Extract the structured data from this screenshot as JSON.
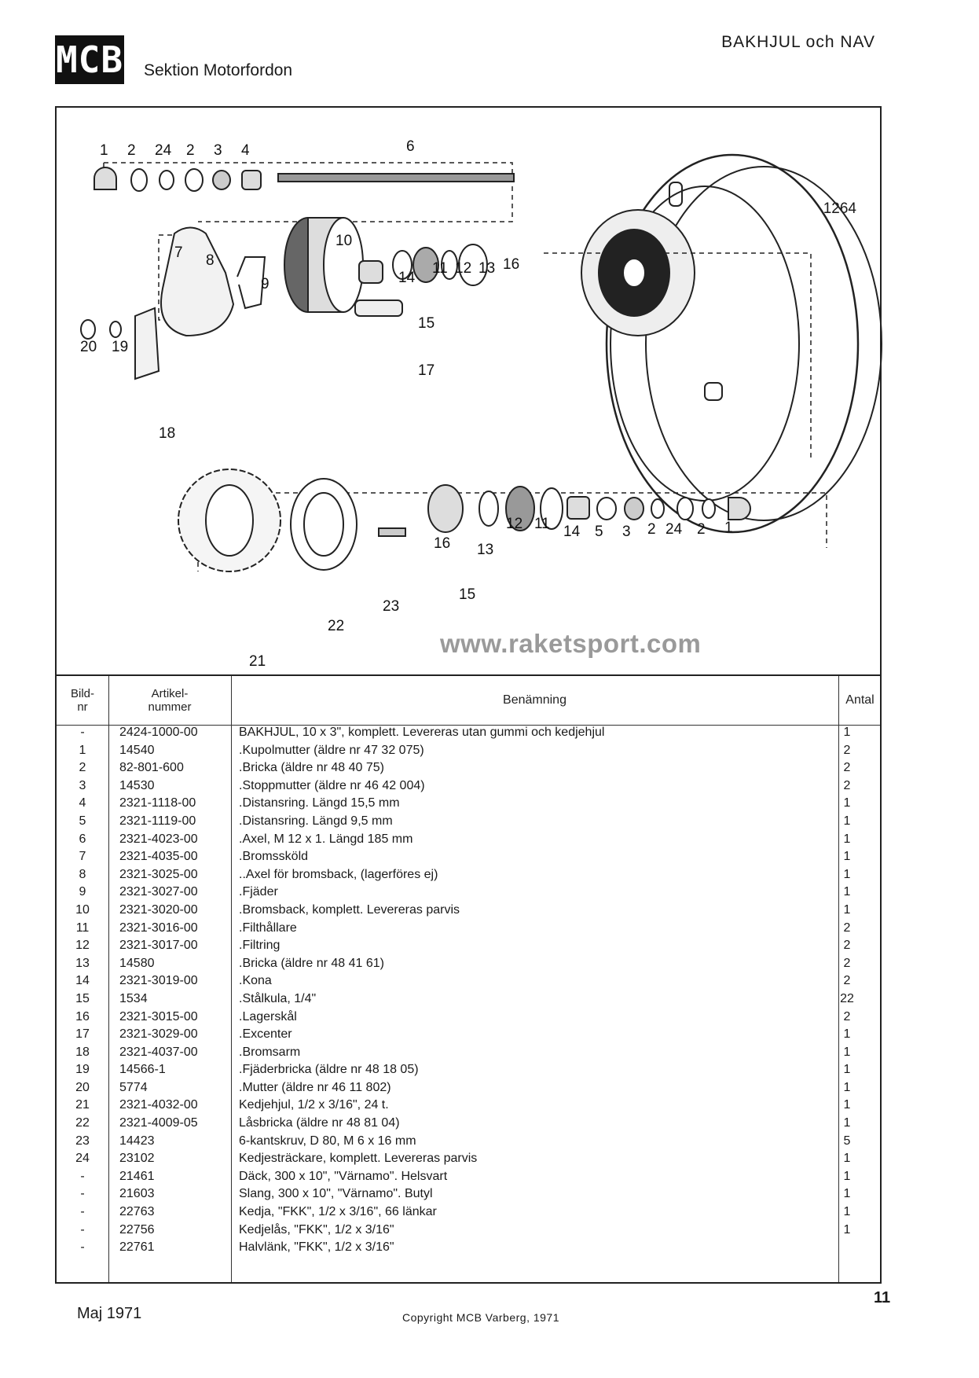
{
  "header": {
    "logo_text": "MCB",
    "section": "Sektion Motorfordon",
    "title": "BAKHJUL och NAV"
  },
  "figure": {
    "number": "1264",
    "callouts_top": [
      "1",
      "2",
      "24",
      "2",
      "3",
      "4",
      "6"
    ],
    "callouts_mid": [
      "7",
      "8",
      "10",
      "9",
      "14",
      "11",
      "12",
      "13",
      "16",
      "15",
      "17",
      "20",
      "19",
      "18"
    ],
    "callouts_bottom": [
      "16",
      "13",
      "12",
      "11",
      "14",
      "5",
      "3",
      "2",
      "24",
      "2",
      "1",
      "15",
      "23",
      "22",
      "21"
    ]
  },
  "watermark": "www.raketsport.com",
  "table": {
    "headers": {
      "bild": "Bild-\nnr",
      "artikel": "Artikel-\nnummer",
      "benamning": "Benämning",
      "antal": "Antal"
    },
    "rows": [
      {
        "bild": "-",
        "artikel": "2424-1000-00",
        "benamning": "BAKHJUL, 10 x 3\", komplett. Levereras utan gummi och kedjehjul",
        "antal": "1"
      },
      {
        "bild": "1",
        "artikel": "14540",
        "benamning": ".Kupolmutter (äldre nr 47 32 075)",
        "antal": "2"
      },
      {
        "bild": "2",
        "artikel": "82-801-600",
        "benamning": ".Bricka (äldre nr 48 40 75)",
        "antal": "2"
      },
      {
        "bild": "3",
        "artikel": "14530",
        "benamning": ".Stoppmutter (äldre nr 46 42 004)",
        "antal": "2"
      },
      {
        "bild": "4",
        "artikel": "2321-1118-00",
        "benamning": ".Distansring. Längd 15,5 mm",
        "antal": "1"
      },
      {
        "bild": "5",
        "artikel": "2321-1119-00",
        "benamning": ".Distansring. Längd 9,5 mm",
        "antal": "1"
      },
      {
        "bild": "6",
        "artikel": "2321-4023-00",
        "benamning": ".Axel, M 12 x 1. Längd 185 mm",
        "antal": "1"
      },
      {
        "bild": "7",
        "artikel": "2321-4035-00",
        "benamning": ".Bromssköld",
        "antal": "1"
      },
      {
        "bild": "8",
        "artikel": "2321-3025-00",
        "benamning": "..Axel för bromsback, (lagerföres ej)",
        "antal": "1"
      },
      {
        "bild": "9",
        "artikel": "2321-3027-00",
        "benamning": ".Fjäder",
        "antal": "1"
      },
      {
        "bild": "10",
        "artikel": "2321-3020-00",
        "benamning": ".Bromsback, komplett. Levereras parvis",
        "antal": "1"
      },
      {
        "bild": "11",
        "artikel": "2321-3016-00",
        "benamning": ".Filthållare",
        "antal": "2"
      },
      {
        "bild": "12",
        "artikel": "2321-3017-00",
        "benamning": ".Filtring",
        "antal": "2"
      },
      {
        "bild": "13",
        "artikel": "14580",
        "benamning": ".Bricka (äldre nr 48 41 61)",
        "antal": "2"
      },
      {
        "bild": "14",
        "artikel": "2321-3019-00",
        "benamning": ".Kona",
        "antal": "2"
      },
      {
        "bild": "15",
        "artikel": "1534",
        "benamning": ".Stålkula, 1/4\"",
        "antal": "22"
      },
      {
        "bild": "16",
        "artikel": "2321-3015-00",
        "benamning": ".Lagerskål",
        "antal": "2"
      },
      {
        "bild": "17",
        "artikel": "2321-3029-00",
        "benamning": ".Excenter",
        "antal": "1"
      },
      {
        "bild": "18",
        "artikel": "2321-4037-00",
        "benamning": ".Bromsarm",
        "antal": "1"
      },
      {
        "bild": "19",
        "artikel": "14566-1",
        "benamning": ".Fjäderbricka (äldre nr 48 18 05)",
        "antal": "1"
      },
      {
        "bild": "20",
        "artikel": "5774",
        "benamning": ".Mutter (äldre nr 46 11 802)",
        "antal": "1"
      },
      {
        "bild": "21",
        "artikel": "2321-4032-00",
        "benamning": "Kedjehjul, 1/2 x 3/16\", 24 t.",
        "antal": "1"
      },
      {
        "bild": "22",
        "artikel": "2321-4009-05",
        "benamning": "Låsbricka (äldre nr 48 81 04)",
        "antal": "1"
      },
      {
        "bild": "23",
        "artikel": "14423",
        "benamning": "6-kantskruv, D 80, M 6 x 16 mm",
        "antal": "5"
      },
      {
        "bild": "24",
        "artikel": "23102",
        "benamning": "Kedjesträckare, komplett. Levereras parvis",
        "antal": "1"
      },
      {
        "bild": "-",
        "artikel": "21461",
        "benamning": "Däck, 300 x 10\", \"Värnamo\". Helsvart",
        "antal": "1"
      },
      {
        "bild": "-",
        "artikel": "21603",
        "benamning": "Slang, 300 x 10\", \"Värnamo\". Butyl",
        "antal": "1"
      },
      {
        "bild": "-",
        "artikel": "22763",
        "benamning": "Kedja, \"FKK\", 1/2 x 3/16\", 66 länkar",
        "antal": "1"
      },
      {
        "bild": "-",
        "artikel": "22756",
        "benamning": "Kedjelås, \"FKK\", 1/2 x 3/16\"",
        "antal": "1"
      },
      {
        "bild": "-",
        "artikel": "22761",
        "benamning": "Halvlänk, \"FKK\", 1/2 x 3/16\"",
        "antal": ""
      }
    ]
  },
  "footer": {
    "date": "Maj 1971",
    "copyright": "Copyright MCB Varberg, 1971",
    "page": "11"
  }
}
